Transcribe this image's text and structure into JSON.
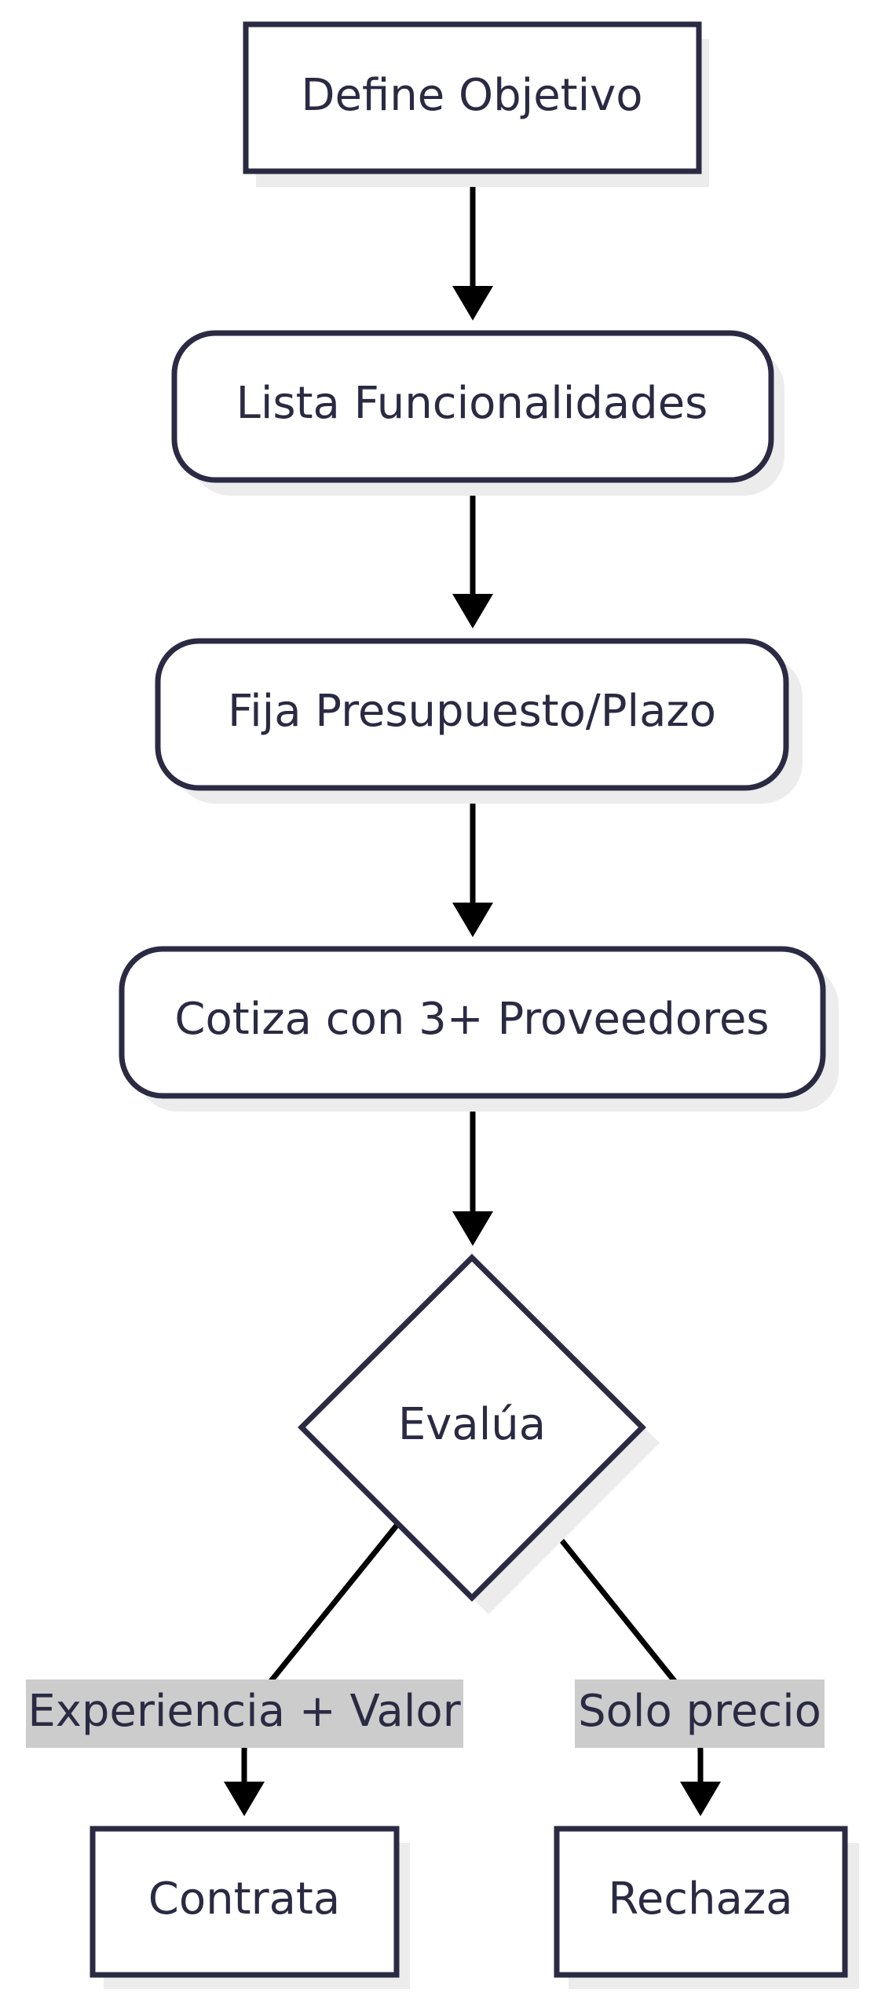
{
  "colors": {
    "node_border": "#2b2a43",
    "node_fill": "#ffffff",
    "shadow": "#ececec",
    "edge": "#000000",
    "text": "#2b2a43",
    "edge_label_bg": "#cccccc"
  },
  "nodes": {
    "define_objetivo": "Define Objetivo",
    "lista_funcionalidades": "Lista Funcionalidades",
    "fija_presupuesto": "Fija Presupuesto/Plazo",
    "cotiza_proveedores": "Cotiza con 3+ Proveedores",
    "evalua": "Evalúa",
    "contrata": "Contrata",
    "rechaza": "Rechaza"
  },
  "edge_labels": {
    "experiencia_valor": "Experiencia + Valor",
    "solo_precio": "Solo precio"
  }
}
